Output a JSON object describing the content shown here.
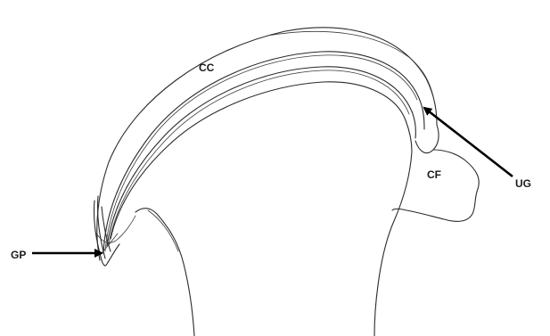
{
  "labels": {
    "cc": "CC",
    "cf": "CF",
    "ug": "UG",
    "gp": "GP"
  },
  "colors": {
    "ink": "#2a2a2a",
    "arrow": "#000000",
    "background": "#ffffff"
  }
}
